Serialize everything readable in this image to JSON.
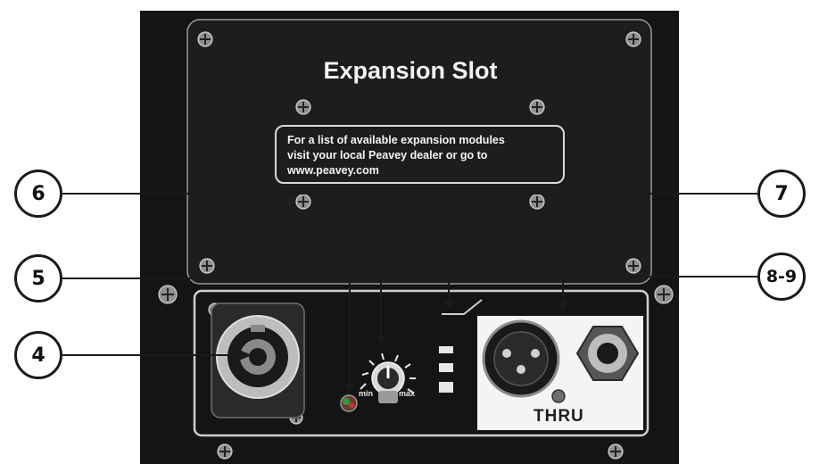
{
  "panel": {
    "title": "Expansion Slot",
    "info_lines": [
      "For a list of available expansion modules",
      "visit your local Peavey dealer or go to",
      "www.peavey.com"
    ],
    "knob_min_label": "min",
    "knob_max_label": "max",
    "thru_label": "THRU"
  },
  "callouts": [
    {
      "label": "6"
    },
    {
      "label": "7"
    },
    {
      "label": "5"
    },
    {
      "label": "8-9"
    },
    {
      "label": "4"
    }
  ],
  "colors": {
    "panel_black": "#141414",
    "plate_black": "#1d1d1d",
    "outline_grey": "#cfcfcf",
    "thru_panel_white": "#f4f4f4",
    "led_green": "#2e9e3a",
    "led_red": "#c0392b"
  }
}
